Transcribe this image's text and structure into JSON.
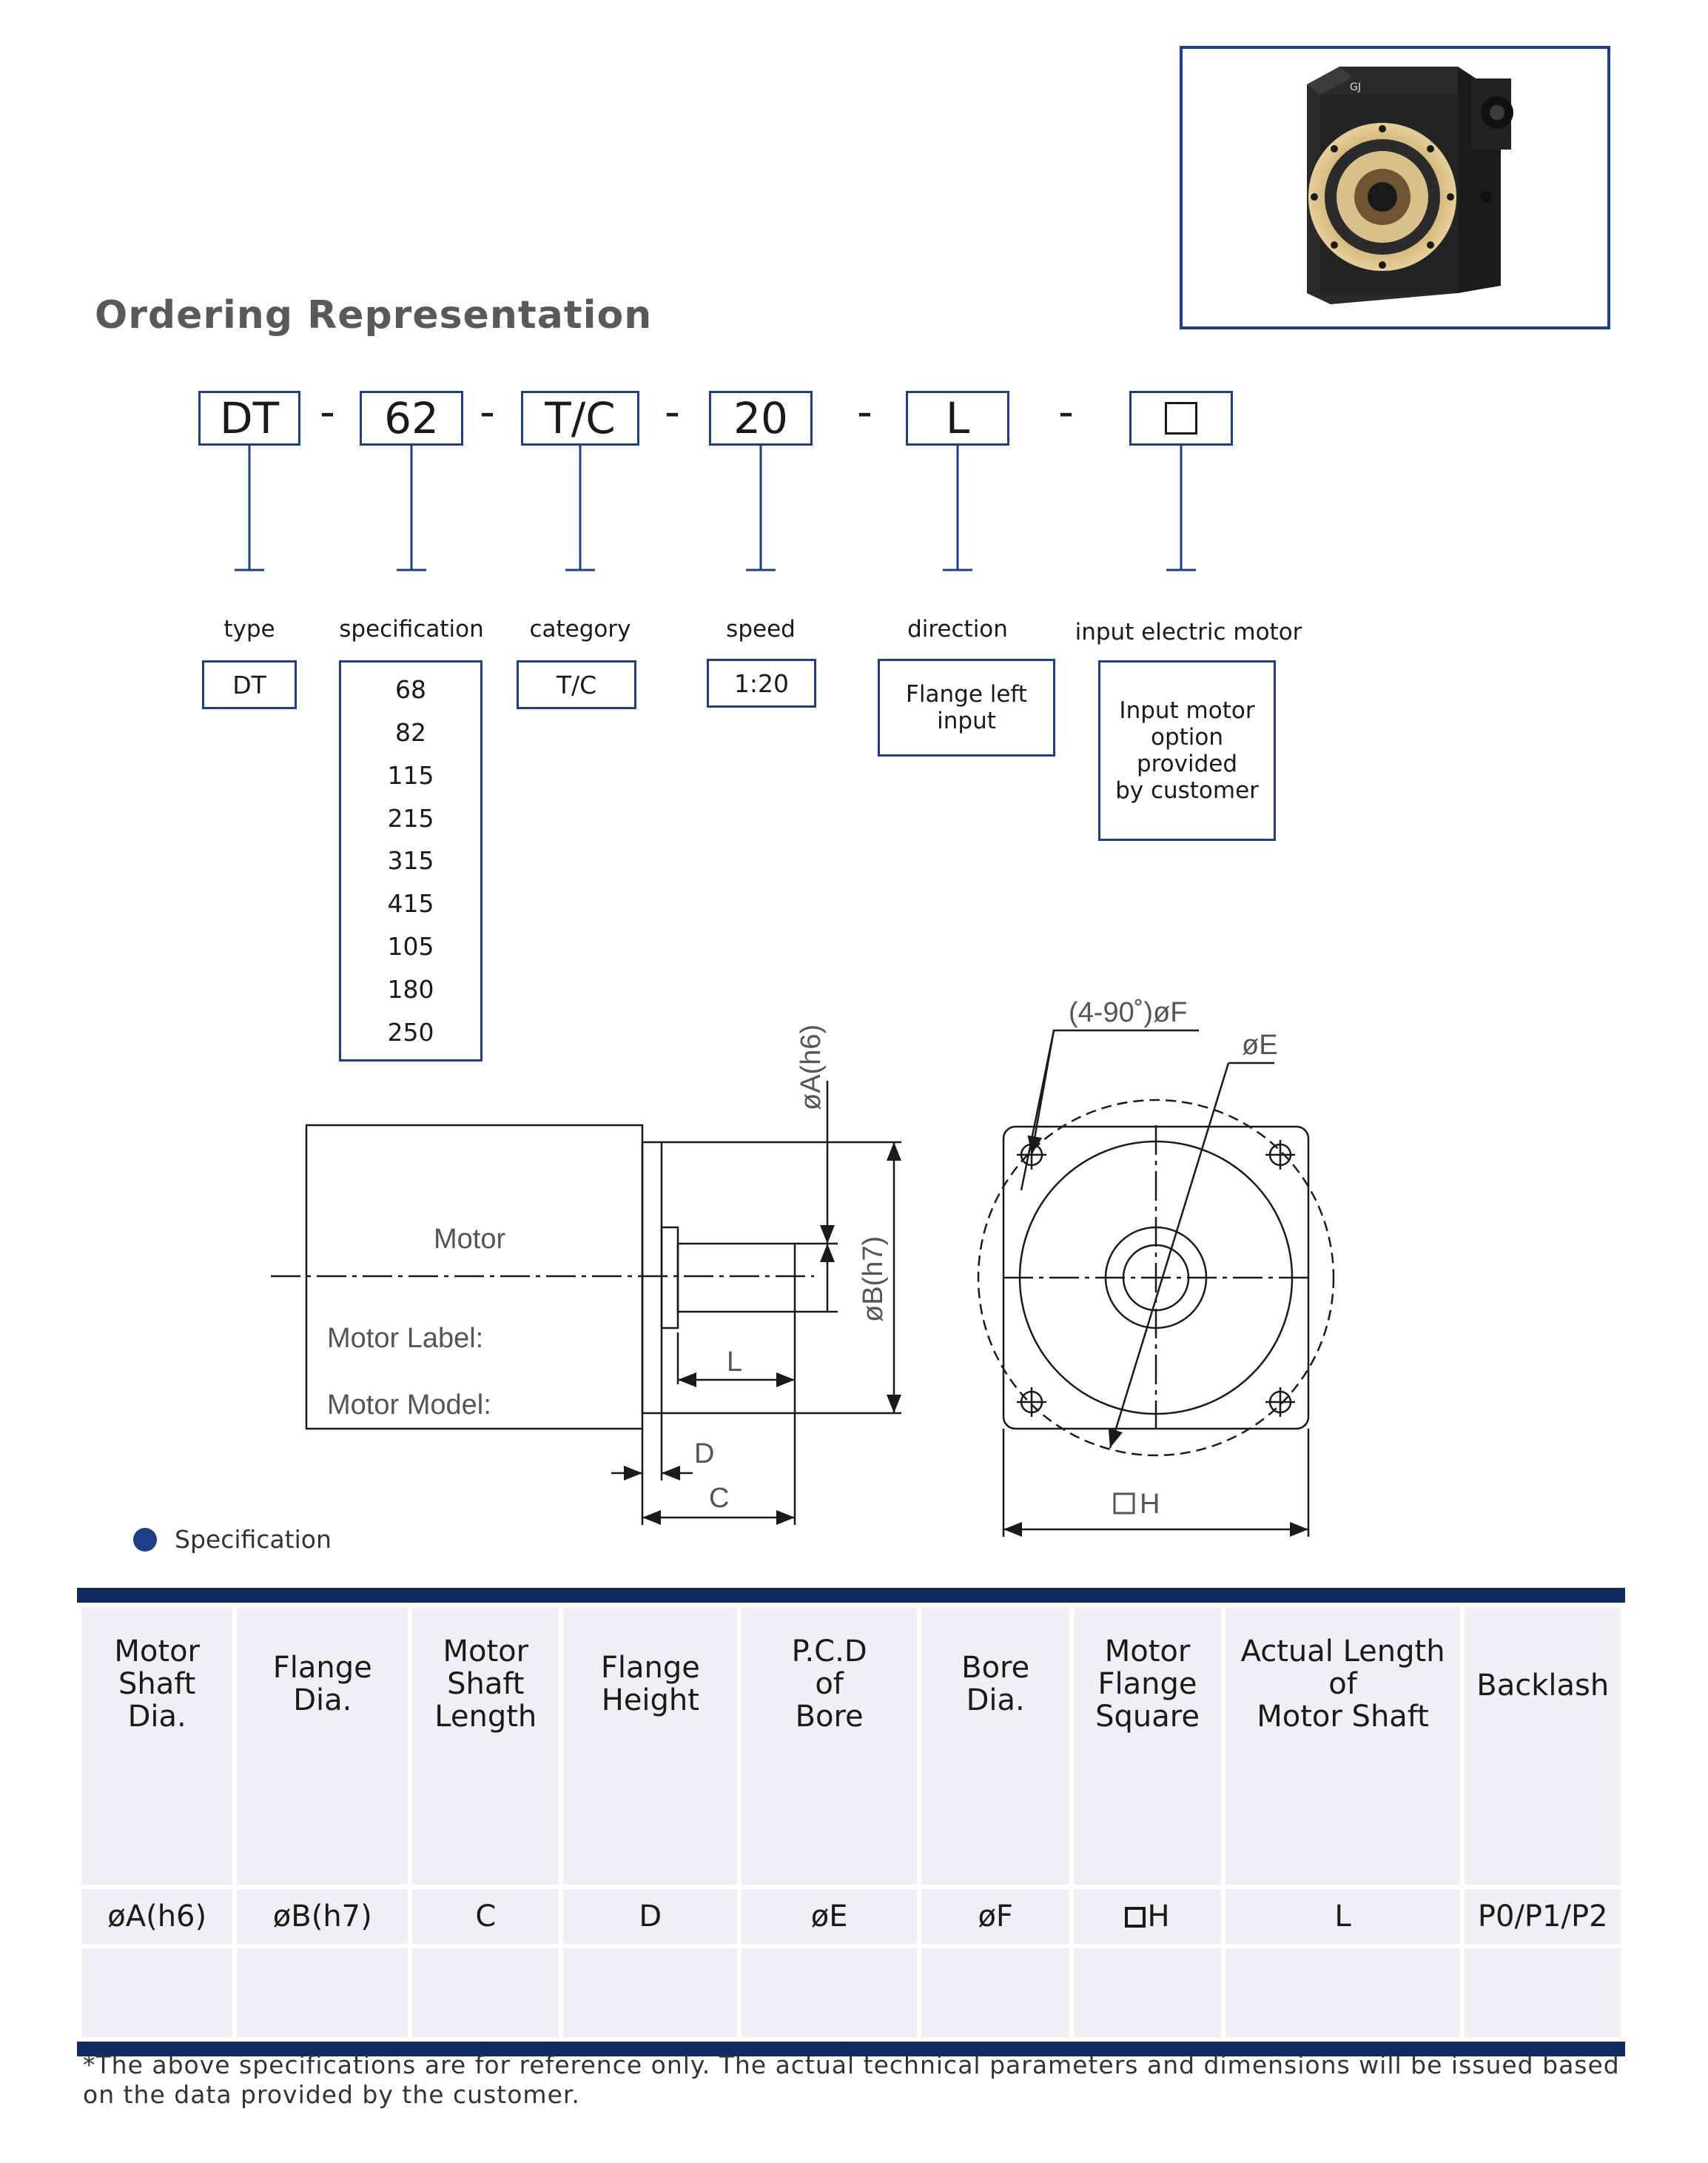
{
  "title": "Ordering  Representation",
  "code": [
    "DT",
    "62",
    "T/C",
    "20",
    "L",
    ""
  ],
  "separator": "-",
  "categories": {
    "type": {
      "label": "type",
      "options": [
        "DT"
      ]
    },
    "specification": {
      "label": "specification",
      "options": [
        "68",
        "82",
        "115",
        "215",
        "315",
        "415",
        "105",
        "180",
        "250"
      ]
    },
    "category": {
      "label": "category",
      "options": [
        "T/C"
      ]
    },
    "speed": {
      "label": "speed",
      "options": [
        "1:20"
      ]
    },
    "direction": {
      "label": "direction",
      "options": [
        "Flange left input"
      ]
    },
    "motor": {
      "label": "input electric motor",
      "options": [
        "Input motor",
        "option provided",
        "by customer"
      ]
    }
  },
  "drawing": {
    "motor": "Motor",
    "motor_label": "Motor Label:",
    "motor_model": "Motor Model:",
    "dim_A": "øA(h6)",
    "dim_B": "øB(h7)",
    "dim_L": "L",
    "dim_D": "D",
    "dim_C": "C",
    "dim_F": "(4-90˚)øF",
    "dim_E": "øE",
    "dim_H": "H"
  },
  "spec_heading": "Specification",
  "table": {
    "headers": [
      [
        "Motor",
        "Shaft",
        "Dia."
      ],
      [
        "Flange",
        "Dia."
      ],
      [
        "Motor",
        "Shaft",
        "Length"
      ],
      [
        "Flange",
        "Height"
      ],
      [
        "P.C.D",
        "of",
        "Bore"
      ],
      [
        "Bore",
        "Dia."
      ],
      [
        "Motor",
        "Flange",
        "Square"
      ],
      [
        "Actual Length",
        "of",
        "Motor Shaft"
      ],
      [
        "Backlash"
      ]
    ],
    "symbols": [
      "øA(h6)",
      "øB(h7)",
      "C",
      "D",
      "øE",
      "øF",
      "H",
      "L",
      "P0/P1/P2"
    ]
  },
  "footnote_marker": "*",
  "footnote": "The above specifications are for reference only. The actual technical parameters and dimensions will be issued based on the data provided by the customer."
}
